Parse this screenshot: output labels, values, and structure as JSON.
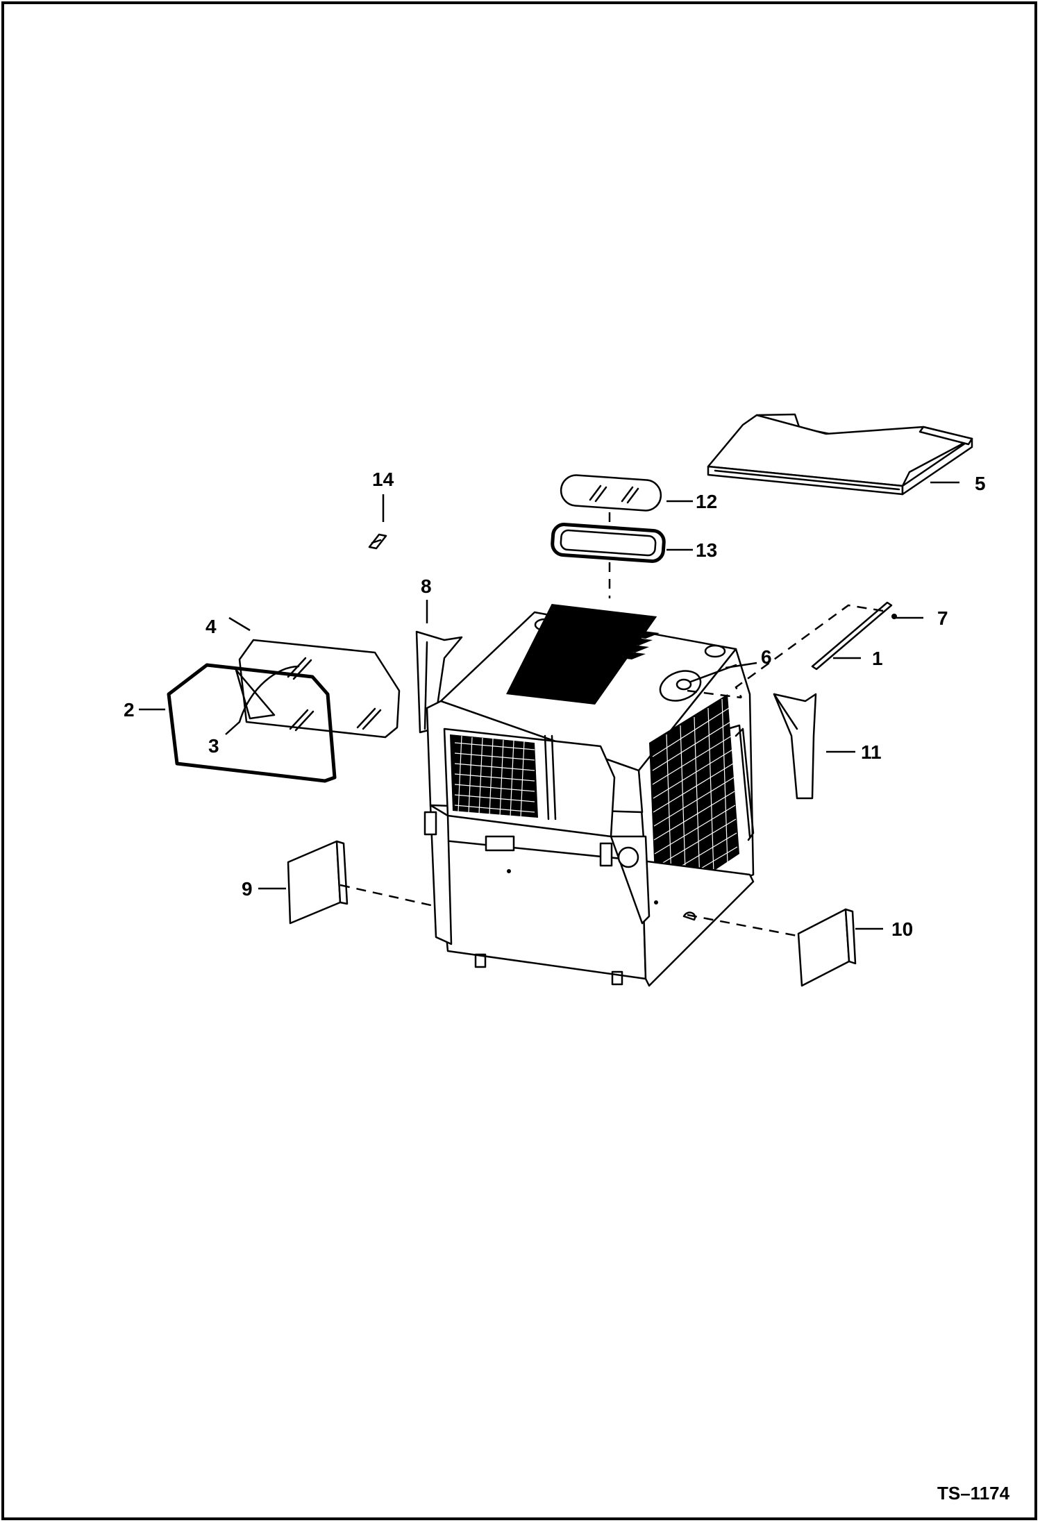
{
  "diagram": {
    "reference_code": "TS–1174",
    "callouts": [
      {
        "id": "1",
        "text": "1"
      },
      {
        "id": "2",
        "text": "2"
      },
      {
        "id": "3",
        "text": "3"
      },
      {
        "id": "4",
        "text": "4"
      },
      {
        "id": "5",
        "text": "5"
      },
      {
        "id": "6",
        "text": "6"
      },
      {
        "id": "7",
        "text": "7"
      },
      {
        "id": "8",
        "text": "8"
      },
      {
        "id": "9",
        "text": "9"
      },
      {
        "id": "10",
        "text": "10"
      },
      {
        "id": "11",
        "text": "11"
      },
      {
        "id": "12",
        "text": "12"
      },
      {
        "id": "13",
        "text": "13"
      },
      {
        "id": "14",
        "text": "14"
      }
    ]
  },
  "colors": {
    "line": "#000000",
    "background": "#ffffff"
  }
}
